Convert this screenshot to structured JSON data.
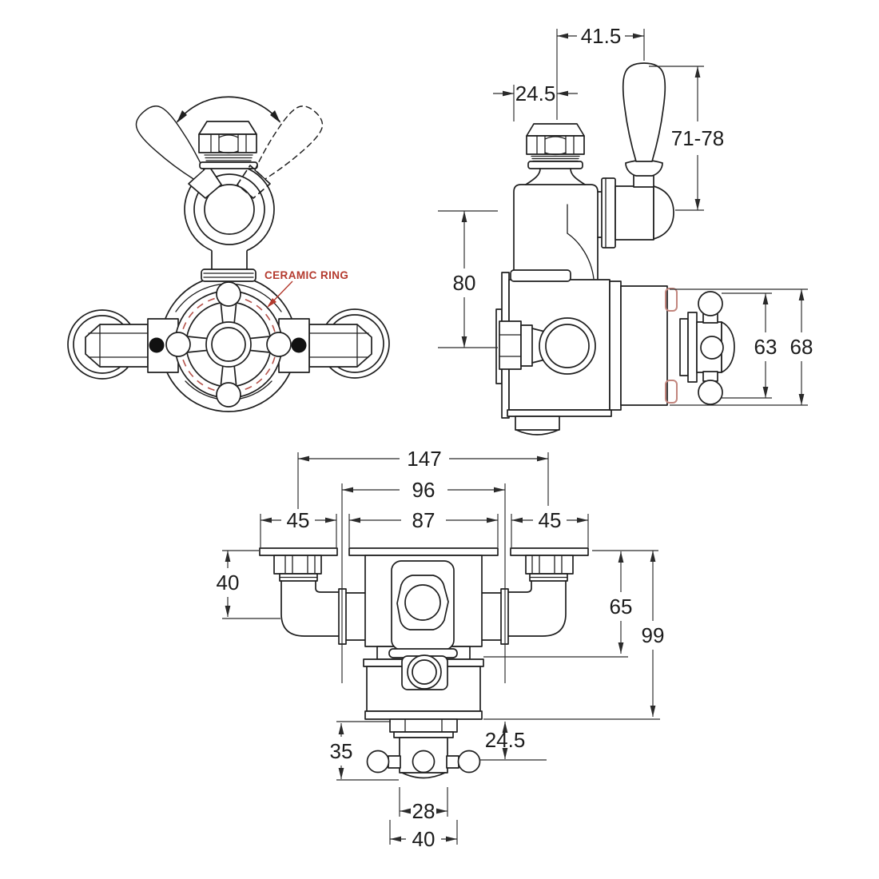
{
  "page": {
    "background": "#ffffff"
  },
  "colors": {
    "ink": "#1f1f1f",
    "dimension": "#2a2a2a",
    "accent_red": "#b43a2e",
    "accent_red_dash": "#b5524a",
    "accent_red_soft": "#c2857d"
  },
  "views": {
    "front": {
      "name": "front view with rotating lever",
      "label_ceramic_ring": "CERAMIC RING"
    },
    "side": {
      "name": "side elevation",
      "dims": {
        "cap_to_lever": "41.5",
        "wall_to_cap": "24.5",
        "lever_height": "71-78",
        "port_drop": "80",
        "handle_diameter": "63",
        "plate_diameter": "68"
      }
    },
    "bottom": {
      "name": "lower front view of exposed valve body",
      "dims": {
        "port_centres": "147",
        "recess_width": "96",
        "plate_width": "87",
        "left_plate_width": "45",
        "right_plate_width": "45",
        "plate_to_port_drop": "40",
        "body_depth": "65",
        "overall_depth": "99",
        "outlet_drop": "35",
        "handle_drop": "24.5",
        "spout_width": "28",
        "tail_width": "40"
      }
    }
  }
}
